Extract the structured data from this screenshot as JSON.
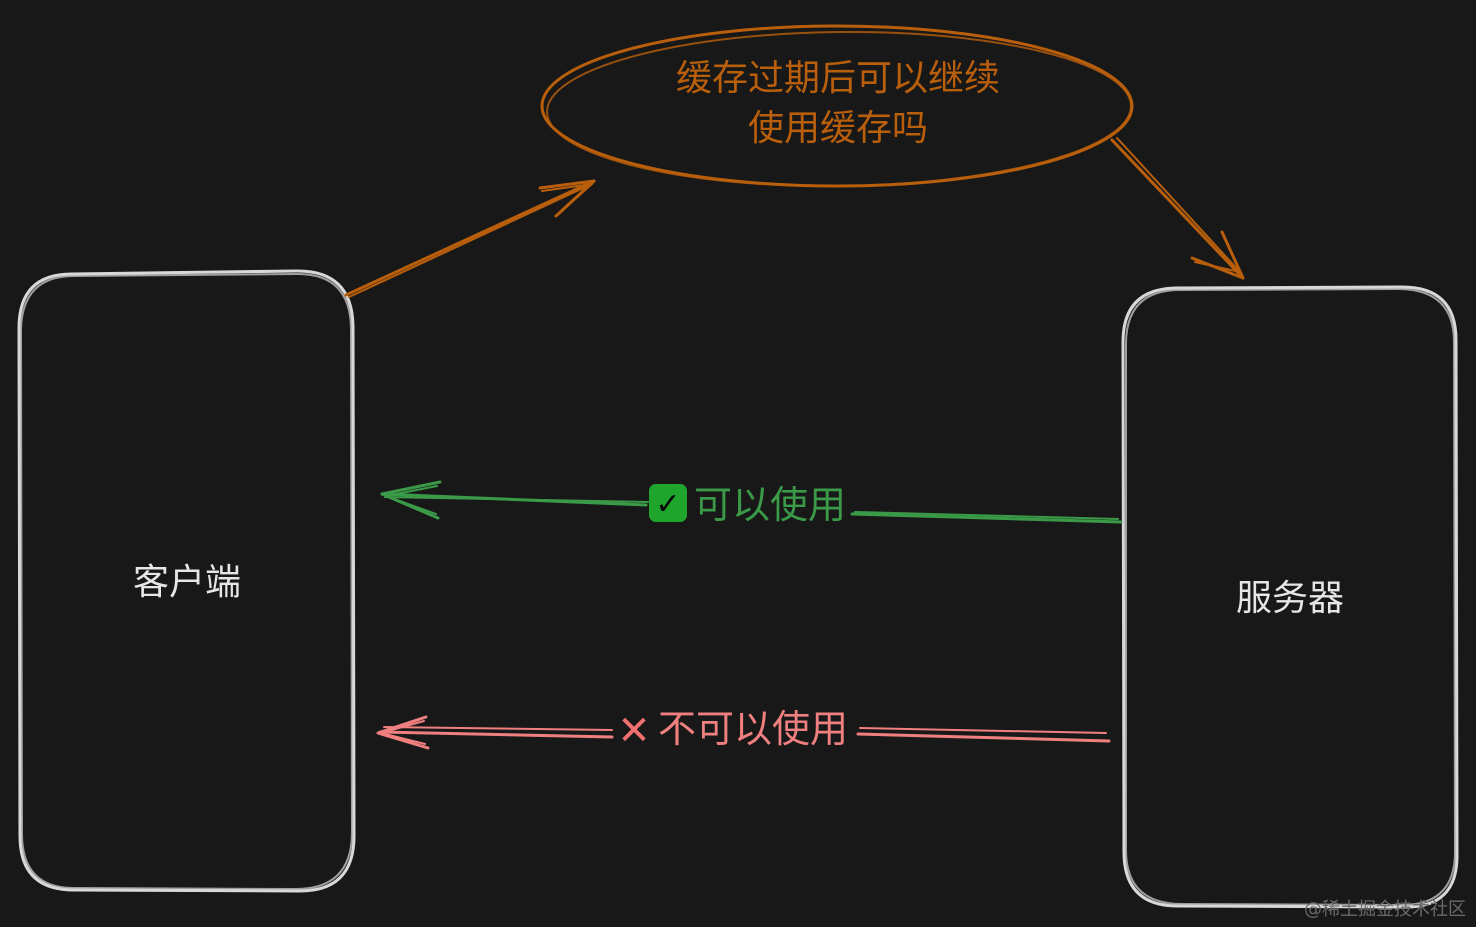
{
  "colors": {
    "background": "#181818",
    "box_stroke": "#d8d8d8",
    "box_text": "#e6e6e6",
    "orange": "#b95f0c",
    "green": "#3a9a48",
    "check_bg": "#1fa52b",
    "red": "#f08080",
    "cross": "#f07070",
    "watermark": "#6a6a6a"
  },
  "client": {
    "label": "客户端"
  },
  "server": {
    "label": "服务器"
  },
  "question": {
    "line1": "缓存过期后可以继续",
    "line2": "使用缓存吗"
  },
  "response_ok": {
    "icon": "check-mark-icon",
    "check_glyph": "✓",
    "label": "可以使用"
  },
  "response_fail": {
    "icon": "cross-mark-icon",
    "cross_glyph": "✕",
    "label": "不可以使用"
  },
  "watermark": {
    "text": "@稀土掘金技术社区"
  }
}
